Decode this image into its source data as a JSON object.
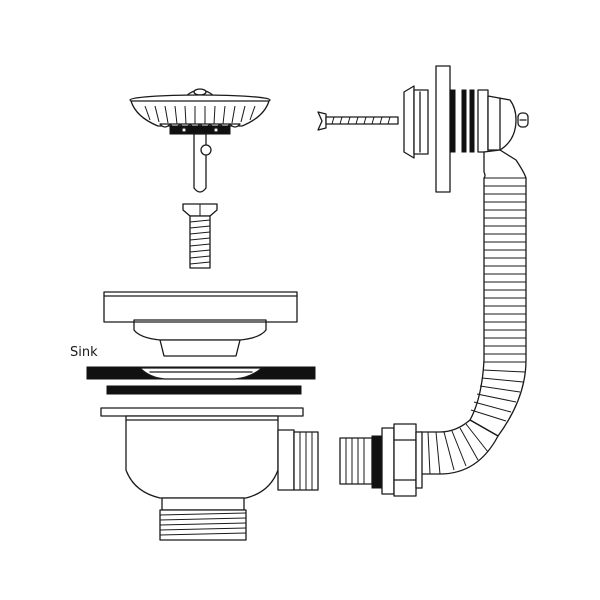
{
  "labels": {
    "sink": "Sink"
  },
  "colors": {
    "stroke": "#1a1a1a",
    "fill": "#ffffff",
    "solid": "#111111"
  },
  "parts": [
    "strainer-basket",
    "basket-stem",
    "connecting-screw",
    "sink-flange",
    "sink-slab",
    "rubber-gasket",
    "waste-body",
    "overflow-screw",
    "overflow-cover",
    "overflow-flange",
    "overflow-hose",
    "hose-nut"
  ]
}
